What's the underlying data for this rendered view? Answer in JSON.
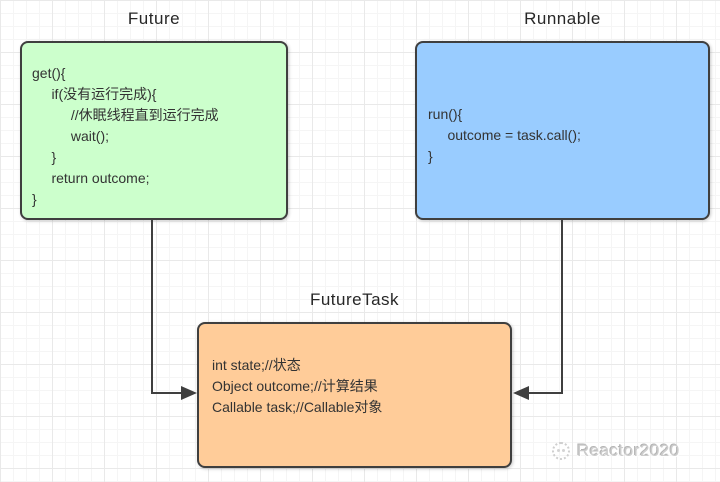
{
  "nodes": {
    "future": {
      "title": "Future",
      "fill": "#ccffcc",
      "code_lines": [
        "get(){",
        "     if(没有运行完成){",
        "          //休眠线程直到运行完成",
        "          wait();",
        "     }",
        "     return outcome;",
        "}"
      ]
    },
    "runnable": {
      "title": "Runnable",
      "fill": "#99ccff",
      "code_lines": [
        "run(){",
        "     outcome = task.call();",
        "}"
      ]
    },
    "futuretask": {
      "title": "FutureTask",
      "fill": "#ffcc99",
      "code_lines": [
        "int state;//状态",
        "Object outcome;//计算结果",
        "Callable task;//Callable对象"
      ]
    }
  },
  "edges": [
    {
      "from": "Future",
      "to": "FutureTask",
      "direction": "down-right"
    },
    {
      "from": "Runnable",
      "to": "FutureTask",
      "direction": "down-left"
    }
  ],
  "colors": {
    "stroke": "#3f3f3f",
    "text": "#333333",
    "future_fill": "#ccffcc",
    "runnable_fill": "#99ccff",
    "futuretask_fill": "#ffcc99"
  },
  "watermark": {
    "text": "Reactor2020"
  }
}
